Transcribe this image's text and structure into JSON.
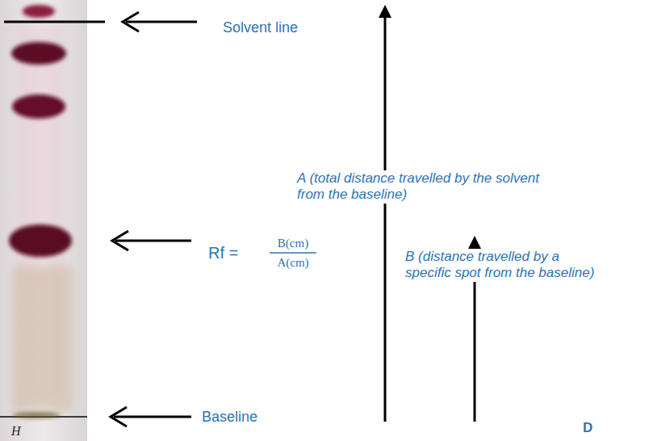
{
  "diagram": {
    "labels": [
      "Solvent line",
      "Rf =",
      "B(cm)",
      "A(cm)",
      "A (total distance travelled by the solvent from the baseline)",
      "B (distance travelled by a specific spot from the baseline)",
      "Baseline",
      "D",
      "H"
    ]
  }
}
